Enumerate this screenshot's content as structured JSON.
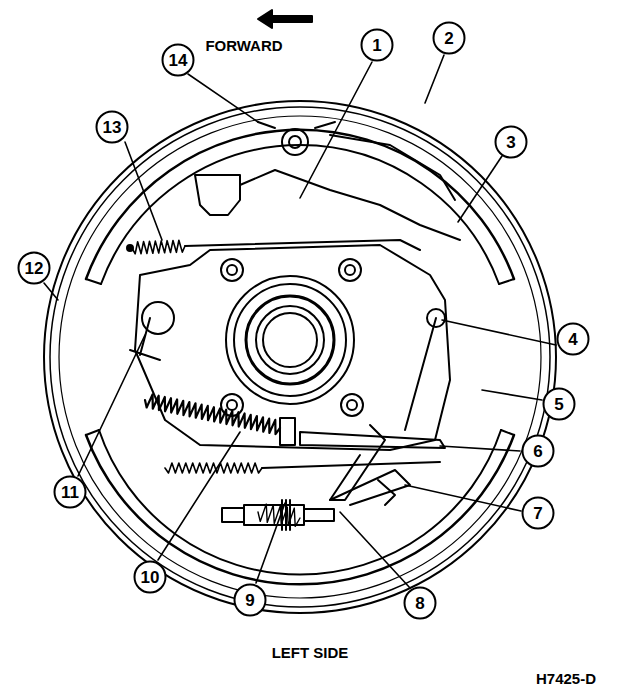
{
  "diagram": {
    "nodes": [
      {
        "text": [
          "14"
        ]
      },
      {
        "text": [
          "1"
        ]
      },
      {
        "text": [
          "2"
        ]
      },
      {
        "text": [
          "13"
        ]
      },
      {
        "text": [
          "3"
        ]
      },
      {
        "text": [
          "12"
        ]
      },
      {
        "text": [
          "4"
        ]
      },
      {
        "text": [
          "5"
        ]
      },
      {
        "text": [
          "6"
        ]
      },
      {
        "text": [
          "11"
        ]
      },
      {
        "text": [
          "7"
        ]
      },
      {
        "text": [
          "10"
        ]
      },
      {
        "text": [
          "9"
        ]
      },
      {
        "text": [
          "8"
        ]
      }
    ],
    "labels": [
      "FORWARD",
      "LEFT SIDE",
      "H7425-D"
    ]
  }
}
